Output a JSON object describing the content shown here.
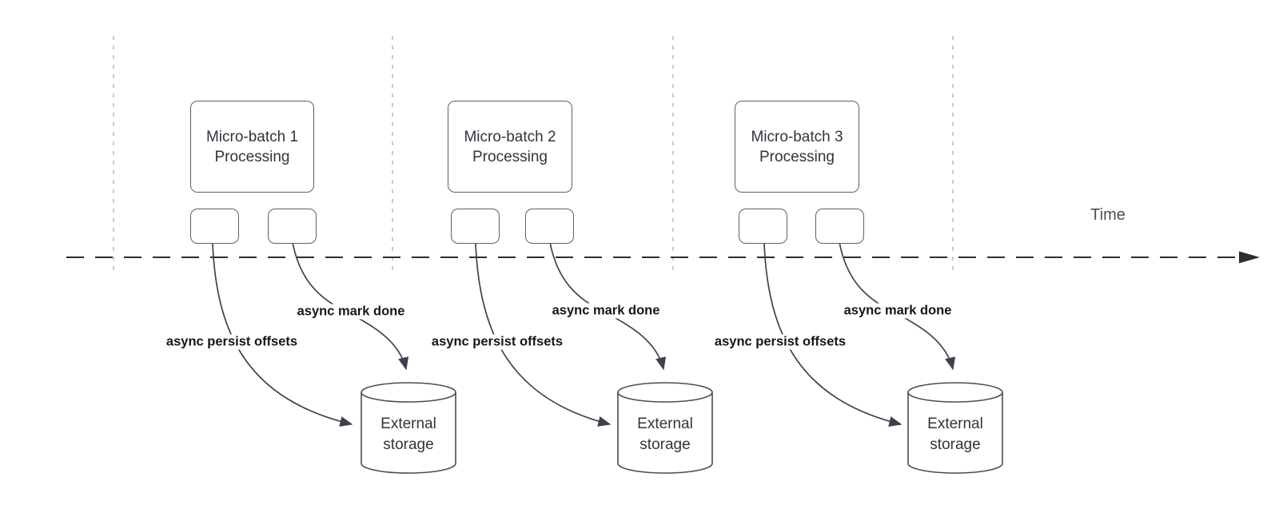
{
  "diagram": {
    "time_label": "Time",
    "batches": [
      {
        "title_line1": "Micro-batch 1",
        "title_line2": "Processing",
        "persist_label": "async persist offsets",
        "done_label": "async mark done",
        "storage_line1": "External",
        "storage_line2": "storage"
      },
      {
        "title_line1": "Micro-batch 2",
        "title_line2": "Processing",
        "persist_label": "async persist offsets",
        "done_label": "async mark done",
        "storage_line1": "External",
        "storage_line2": "storage"
      },
      {
        "title_line1": "Micro-batch 3",
        "title_line2": "Processing",
        "persist_label": "async persist offsets",
        "done_label": "async mark done",
        "storage_line1": "External",
        "storage_line2": "storage"
      }
    ]
  }
}
